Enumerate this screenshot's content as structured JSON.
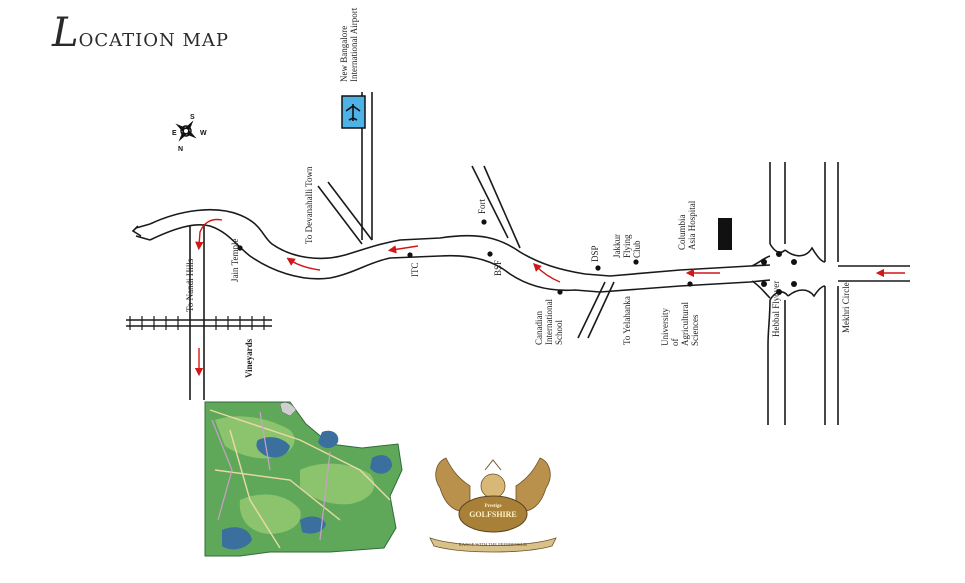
{
  "title": {
    "first_letter": "L",
    "rest": "OCATION MAP"
  },
  "colors": {
    "road": "#1a1a1a",
    "arrow": "#d01818",
    "airport": "#4db3e6",
    "hospital": "#111111",
    "grass": "#5fa85a",
    "water": "#3a6f9e",
    "gold": "#b9904c"
  },
  "compass": {
    "n": "N",
    "s": "S",
    "e": "E",
    "w": "W"
  },
  "places": {
    "airport": "New Bangalore\nInternational Airport",
    "devanahalli": "To Devanahalli Town",
    "nandi": "To Nandi Hills",
    "jain": "Jain Temple",
    "vineyards": "Vineyards",
    "itc": "ITC",
    "fort": "Fort",
    "bsf": "BSF",
    "canadian": "Canadian\nInternational\nSchool",
    "dsp": "DSP",
    "yelahanka": "To Yelahanka",
    "jakkur": "Jakkur\nFlying\nClub",
    "columbia": "Columbia\nAsia Hospital",
    "university": "University\nof\nAgricultural\nSciences",
    "hebbal": "Hebbal Flyover",
    "mekhri": "Mekhri Circle"
  },
  "logo": {
    "top": "Prestige",
    "main": "GOLFSHIRE",
    "ribbon": "RANGE WITH THE PEERRENEUR"
  },
  "icons": {
    "airport": "airplane-icon",
    "compass": "compass-icon",
    "hospital": "building-icon"
  }
}
